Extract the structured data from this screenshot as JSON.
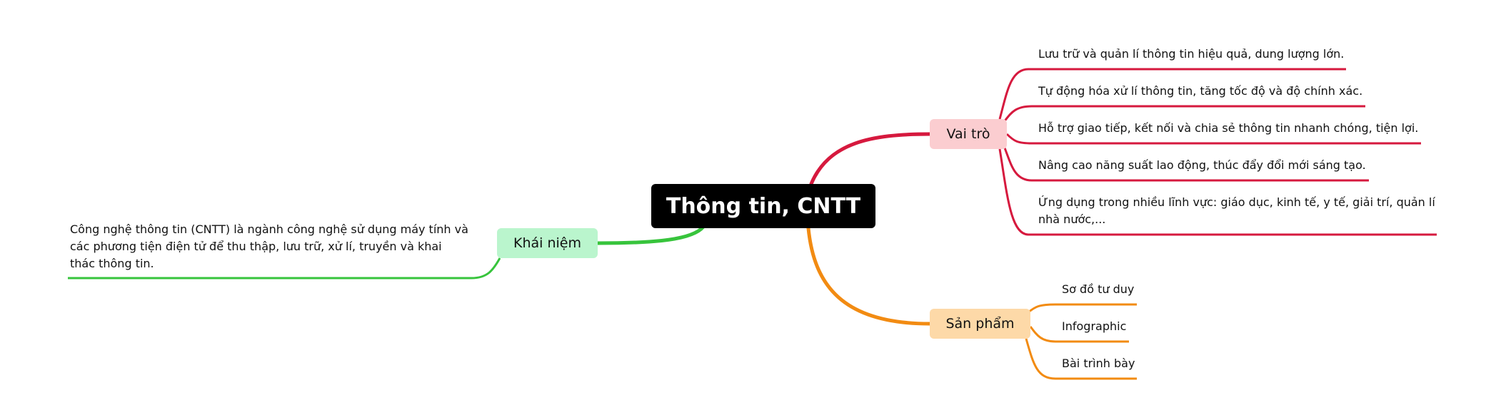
{
  "central": {
    "label": "Thông tin, CNTT"
  },
  "colors": {
    "vaitro": "#d6193e",
    "sanpham": "#f28b12",
    "khainiem": "#37c43c"
  },
  "branches": {
    "vaitro": {
      "label": "Vai trò",
      "items": [
        "Lưu trữ và quản lí thông tin hiệu quả, dung lượng lớn.",
        "Tự động hóa xử lí thông tin, tăng tốc độ và độ chính xác.",
        "Hỗ trợ giao tiếp, kết nối và chia sẻ thông tin nhanh chóng, tiện lợi.",
        "Nâng cao năng suất lao động, thúc đẩy đổi mới sáng tạo.",
        "Ứng dụng trong nhiều lĩnh vực: giáo dục, kinh tế, y tế, giải trí, quản lí nhà nước,..."
      ]
    },
    "sanpham": {
      "label": "Sản phẩm",
      "items": [
        "Sơ đồ tư duy",
        "Infographic",
        "Bài trình bày"
      ]
    },
    "khainiem": {
      "label": "Khái niệm",
      "items": [
        "Công nghệ thông tin (CNTT) là ngành công nghệ sử dụng máy tính và các phương tiện điện tử để thu thập, lưu trữ, xử lí, truyền và khai thác thông tin."
      ]
    }
  }
}
